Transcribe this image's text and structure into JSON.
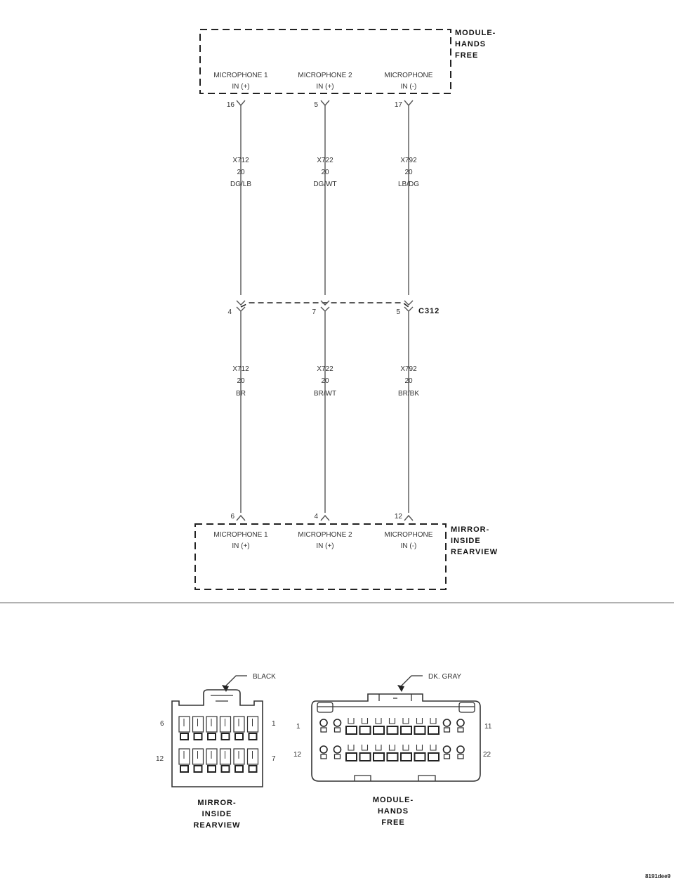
{
  "module_hands_free": {
    "title": [
      "MODULE-",
      "HANDS",
      "FREE"
    ],
    "pins": [
      {
        "name": [
          "MICROPHONE 1",
          "IN (+)"
        ],
        "pin": "16"
      },
      {
        "name": [
          "MICROPHONE 2",
          "IN (+)"
        ],
        "pin": "5"
      },
      {
        "name": [
          "MICROPHONE",
          "IN (-)"
        ],
        "pin": "17"
      }
    ]
  },
  "wires_upper": [
    {
      "circuit": "X712",
      "gauge": "20",
      "color": "DG/LB"
    },
    {
      "circuit": "X722",
      "gauge": "20",
      "color": "DG/WT"
    },
    {
      "circuit": "X792",
      "gauge": "20",
      "color": "LB/DG"
    }
  ],
  "connector_c312": {
    "name": "C312",
    "pins": [
      "4",
      "7",
      "5"
    ]
  },
  "wires_lower": [
    {
      "circuit": "X712",
      "gauge": "20",
      "color": "BR"
    },
    {
      "circuit": "X722",
      "gauge": "20",
      "color": "BR/WT"
    },
    {
      "circuit": "X792",
      "gauge": "20",
      "color": "BR/BK"
    }
  ],
  "mirror_inside_rearview": {
    "title": [
      "MIRROR-",
      "INSIDE",
      "REARVIEW"
    ],
    "pins": [
      {
        "name": [
          "MICROPHONE 1",
          "IN (+)"
        ],
        "pin": "6"
      },
      {
        "name": [
          "MICROPHONE 2",
          "IN (+)"
        ],
        "pin": "4"
      },
      {
        "name": [
          "MICROPHONE",
          "IN (-)"
        ],
        "pin": "12"
      }
    ]
  },
  "connector_views": {
    "mirror": {
      "color_label": "BLACK",
      "pin_labels": {
        "top_left": "6",
        "top_right": "1",
        "bottom_left": "12",
        "bottom_right": "7"
      },
      "caption": [
        "MIRROR-",
        "INSIDE",
        "REARVIEW"
      ]
    },
    "module": {
      "color_label": "DK. GRAY",
      "pin_labels": {
        "top_left": "1",
        "top_right": "11",
        "bottom_left": "12",
        "bottom_right": "22"
      },
      "caption": [
        "MODULE-",
        "HANDS",
        "FREE"
      ]
    }
  },
  "figure_id": "8191dee9"
}
